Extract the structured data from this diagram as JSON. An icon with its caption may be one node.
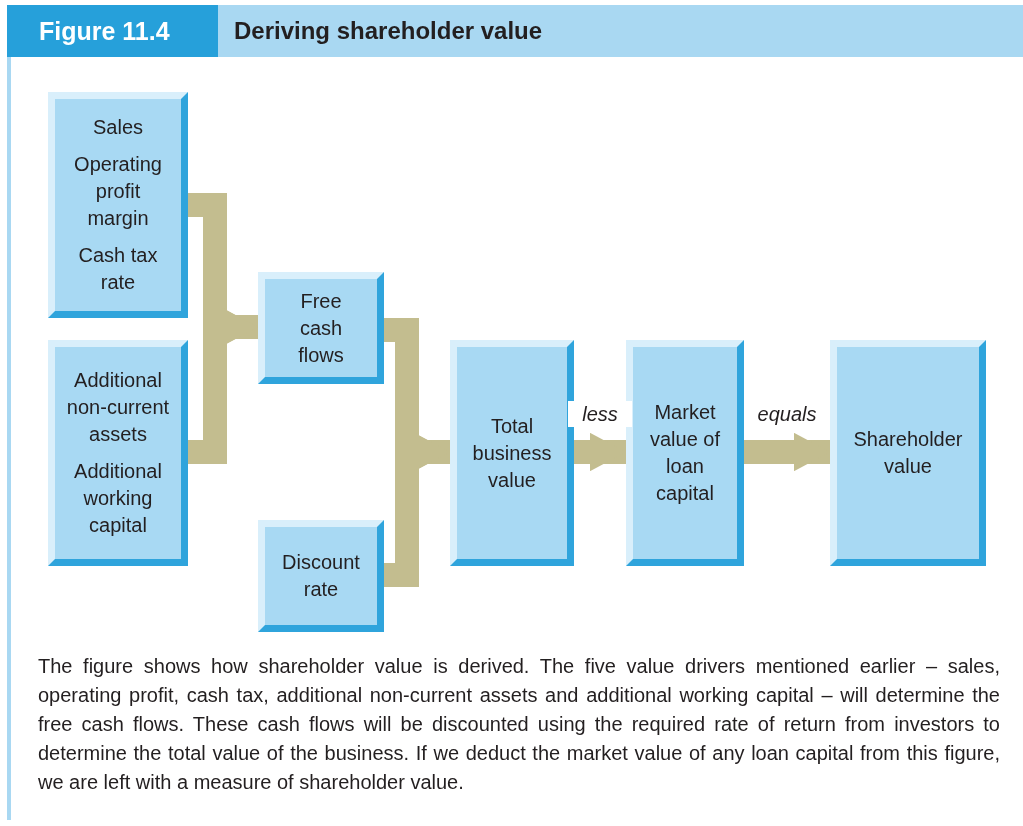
{
  "diagram": {
    "title": "Deriving shareholder value",
    "caption": "The figure shows how shareholder value is derived. The five value drivers mentioned earlier – sales, operating profit, cash tax, additional non-current assets and additional working capital – will determine the free cash flows. These cash flows will be discounted using the required rate of return from investors to determine the total value of the business. If we deduct the market value of any loan capital from this figure, we are left with a measure of shareholder value.",
    "nodes": [
      {
        "text": [
          "Sales",
          "Operating profit margin",
          "Cash tax rate"
        ]
      },
      {
        "text": [
          "Additional non-current assets",
          "Additional working capital"
        ]
      },
      {
        "text": [
          "Free cash flows"
        ]
      },
      {
        "text": [
          "Discount rate"
        ]
      },
      {
        "text": [
          "Total business value"
        ]
      },
      {
        "text": [
          "Market value of loan capital"
        ]
      },
      {
        "text": [
          "Shareholder value"
        ]
      }
    ],
    "edges": [
      {
        "from": 0,
        "to": 2,
        "arrow": "to"
      },
      {
        "from": 1,
        "to": 2,
        "arrow": "to"
      },
      {
        "from": 2,
        "to": 4,
        "arrow": "to"
      },
      {
        "from": 3,
        "to": 4,
        "arrow": "to"
      },
      {
        "from": 4,
        "to": 5,
        "arrow": "to",
        "label": "less"
      },
      {
        "from": 5,
        "to": 6,
        "arrow": "to",
        "label": "equals"
      }
    ],
    "labels": [
      "Figure 11.4"
    ]
  }
}
